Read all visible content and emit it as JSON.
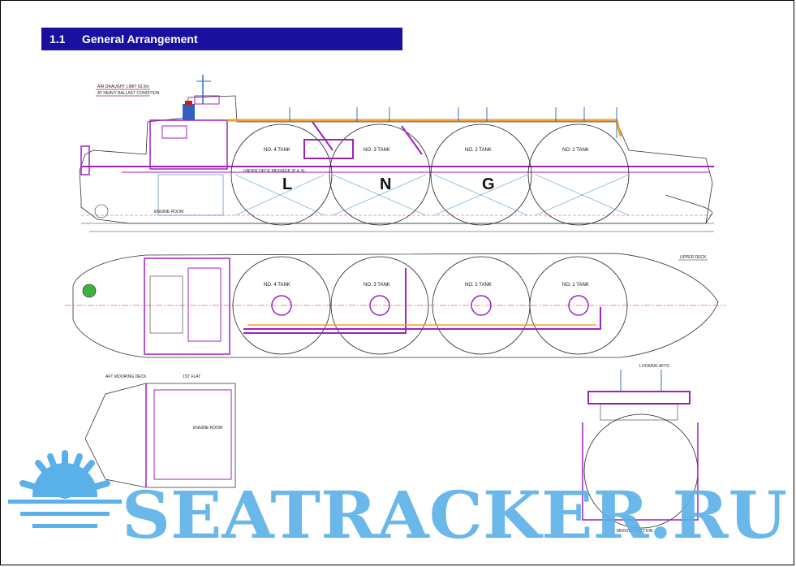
{
  "section": {
    "number": "1.1",
    "title": "General Arrangement"
  },
  "profile": {
    "note_line1": "AIR DRAUGHT LIMIT 63.5m",
    "note_line2": "AT HEAVY BALLAST CONDITION",
    "tanks": [
      "NO. 4 TANK",
      "NO. 3 TANK",
      "NO. 2 TANK",
      "NO. 1 TANK"
    ],
    "hull_letters": [
      "L",
      "N",
      "G"
    ],
    "passage_label": "UNDER DECK PASSAGE (P & S)",
    "engine_room": "ENGINE ROOM"
  },
  "plan": {
    "tanks": [
      "NO. 4 TANK",
      "NO. 3 TANK",
      "NO. 2 TANK",
      "NO. 1 TANK"
    ],
    "upper_deck": "UPPER DECK"
  },
  "lower_plan": {
    "aft_mooring_deck": "AFT MOORING DECK",
    "first_flat": "1ST FLAT",
    "engine_room": "ENGINE ROOM"
  },
  "section_view": {
    "title": "LOOKING AFTD",
    "midship": "MIDSHIP SECTION"
  },
  "watermark": {
    "text": "SEATRACKER.RU"
  },
  "colors": {
    "header_bg": "#1a10a0",
    "magenta": "#a020c0",
    "orange": "#f0a030",
    "watermark": "#5ab0e8",
    "blue_fittings": "#3070c0"
  }
}
